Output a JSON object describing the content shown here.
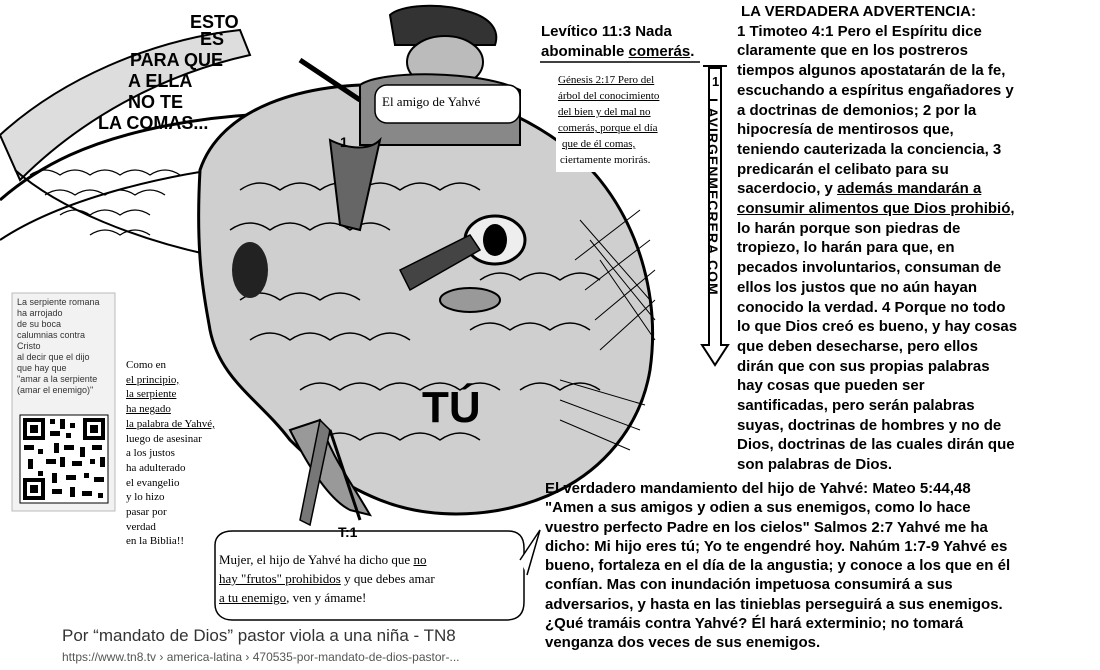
{
  "top_caption": [
    "ESTO",
    "ES",
    "PARA QUE",
    "A ELLA",
    "NO TE",
    "LA COMAS..."
  ],
  "amigo_label": "El amigo de Yahvé",
  "marker_1_a": "1",
  "marker_1_b": "1",
  "marker_t1": "T:1",
  "levitico": {
    "prefix": "Levítico 11:3 Nada",
    "line2_prefix": "abominable ",
    "line2_underlined": "comerás",
    "line2_suffix": "."
  },
  "genesis": [
    "Génesis 2:17 Pero del",
    "árbol del conocimiento",
    "del bien y del mal no",
    "comerás, porque el día",
    "que de él comas,",
    "ciertamente morirás."
  ],
  "vertical_url": "LAVIRGENMECRERA.COM",
  "advertencia": {
    "title": "LA VERDADERA ADVERTENCIA:",
    "lines_before": [
      "1 Timoteo 4:1 Pero el Espíritu dice",
      "claramente que en los postreros",
      "tiempos algunos apostatarán de la fe,",
      "escuchando a espíritus engañadores y",
      "a doctrinas de demonios; 2 por la",
      "hipocresía de mentirosos que,",
      "teniendo cauterizada la conciencia, 3",
      "predicarán el celibato para su"
    ],
    "line_mixed_plain": "sacerdocio, y ",
    "line_mixed_underlined": "además mandarán a",
    "line_underlined": "consumir alimentos que Dios prohibió",
    "line_underlined_suffix": ",",
    "lines_after": [
      "lo harán porque son piedras de",
      "tropiezo, lo harán para que, en",
      "pecados involuntarios, consuman de",
      "ellos los justos que no aún hayan",
      "conocido la verdad. 4 Porque no todo",
      "lo que Dios creó es bueno, y hay cosas",
      "que deben desecharse, pero ellos",
      "dirán que con sus propias palabras",
      "hay cosas que pueden ser",
      "santificadas, pero serán palabras",
      "suyas, doctrinas de hombres y no de",
      "Dios, doctrinas de las cuales dirán que",
      "son palabras de Dios."
    ]
  },
  "serpiente_note": [
    "La serpiente romana",
    "ha arrojado",
    "de su boca",
    "calumnias contra",
    "Cristo",
    "al decir que el dijo",
    "que hay que",
    "\"amar a la serpiente",
    "(amar el enemigo)\""
  ],
  "como_en": [
    {
      "text": "Como en",
      "u": false
    },
    {
      "text": "el principio,",
      "u": true
    },
    {
      "text": "la serpiente",
      "u": true
    },
    {
      "text": "ha negado",
      "u": true
    },
    {
      "text": "la palabra de Yahvé,",
      "u": true
    },
    {
      "text": "luego de asesinar",
      "u": false
    },
    {
      "text": "a los justos",
      "u": false
    },
    {
      "text": "ha adulterado",
      "u": false
    },
    {
      "text": "el evangelio",
      "u": false
    },
    {
      "text": "y lo hizo",
      "u": false
    },
    {
      "text": "pasar por",
      "u": false
    },
    {
      "text": "verdad",
      "u": false
    },
    {
      "text": "en la Biblia!!",
      "u": false
    }
  ],
  "tu_label": "TÚ",
  "verdadero": [
    "El verdadero mandamiento del hijo de Yahvé: Mateo 5:44,48",
    "\"Amen a sus amigos y odien a sus enemigos, como lo hace",
    "vuestro perfecto Padre en los cielos\" Salmos 2:7 Yahvé me ha",
    "dicho: Mi hijo eres tú; Yo te engendré hoy. Nahúm 1:7-9 Yahvé es",
    "bueno, fortaleza en el día de la angustia; y conoce a los que en él",
    "confían. Mas con inundación impetuosa consumirá a sus",
    "adversarios, y hasta en las tinieblas perseguirá a sus enemigos.",
    "¿Qué tramáis contra Yahvé? Él hará exterminio; no tomará",
    "venganza dos veces de sus enemigos."
  ],
  "bubble": {
    "l1_plain": "Mujer, el hijo de Yahvé ha dicho que ",
    "l1_u": "no",
    "l2_u": "hay \"frutos\" prohibidos",
    "l2_plain": " y que debes amar",
    "l3_u": "a tu enemigo",
    "l3_plain": ", ven y ámame!"
  },
  "news": {
    "headline": "Por “mandato de Dios” pastor viola a una niña - TN8",
    "url": "https://www.tn8.tv › america-latina › 470535-por-mandato-de-dios-pastor-..."
  },
  "colors": {
    "text": "#000000",
    "background": "#ffffff",
    "news_headline": "#333333",
    "news_url": "#555555"
  }
}
